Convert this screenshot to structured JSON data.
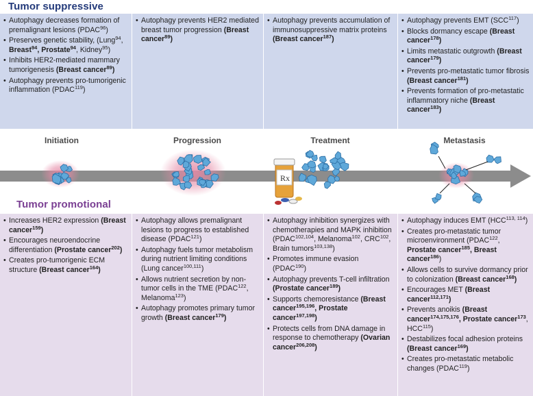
{
  "titles": {
    "suppressive": "Tumor suppressive",
    "promotional": "Tumor promotional"
  },
  "stages": [
    "Initiation",
    "Progression",
    "Treatment",
    "Metastasis"
  ],
  "pill_label": "Rx",
  "suppressive": [
    [
      [
        {
          "t": "Autophagy decreases formation of premalignant lesions (PDAC"
        },
        {
          "t": "96",
          "s": 1
        },
        {
          "t": ")"
        }
      ],
      [
        {
          "t": "Preserves genetic stability, (Lung"
        },
        {
          "t": "94",
          "s": 1
        },
        {
          "t": ", "
        },
        {
          "t": "Breast",
          "b": 1
        },
        {
          "t": "94",
          "s": 1,
          "b": 1
        },
        {
          "t": ", ",
          "b": 1
        },
        {
          "t": "Prostate",
          "b": 1
        },
        {
          "t": "94",
          "s": 1,
          "b": 1
        },
        {
          "t": ", Kidney"
        },
        {
          "t": "95",
          "s": 1
        },
        {
          "t": ")"
        }
      ],
      [
        {
          "t": "Inhibits HER2-mediated mammary tumorigenesis "
        },
        {
          "t": "(Breast cancer",
          "b": 1
        },
        {
          "t": "89",
          "s": 1,
          "b": 1
        },
        {
          "t": ")",
          "b": 1
        }
      ],
      [
        {
          "t": "Autophagy prevents pro-tumorigenic inflammation (PDAC"
        },
        {
          "t": "119",
          "s": 1
        },
        {
          "t": ")"
        }
      ]
    ],
    [
      [
        {
          "t": "Autophagy prevents HER2 mediated breast tumor progression "
        },
        {
          "t": "(Breast cancer",
          "b": 1
        },
        {
          "t": "89",
          "s": 1,
          "b": 1
        },
        {
          "t": ")",
          "b": 1
        }
      ]
    ],
    [
      [
        {
          "t": "Autophagy prevents accumulation of immunosuppressive matrix proteins "
        },
        {
          "t": "(Breast cancer",
          "b": 1
        },
        {
          "t": "187",
          "s": 1,
          "b": 1
        },
        {
          "t": ")",
          "b": 1
        }
      ]
    ],
    [
      [
        {
          "t": "Autophagy prevents EMT (SCC"
        },
        {
          "t": "117",
          "s": 1
        },
        {
          "t": ")"
        }
      ],
      [
        {
          "t": "Blocks dormancy escape "
        },
        {
          "t": "(Breast cancer",
          "b": 1
        },
        {
          "t": "178",
          "s": 1,
          "b": 1
        },
        {
          "t": ")",
          "b": 1
        }
      ],
      [
        {
          "t": "Limits metastatic outgrowth "
        },
        {
          "t": "(Breast cancer",
          "b": 1
        },
        {
          "t": "179",
          "s": 1,
          "b": 1
        },
        {
          "t": ")",
          "b": 1
        }
      ],
      [
        {
          "t": "Prevents pro-metastatic tumor fibrosis "
        },
        {
          "t": "(Breast cancer",
          "b": 1
        },
        {
          "t": "181",
          "s": 1,
          "b": 1
        },
        {
          "t": ")",
          "b": 1
        }
      ],
      [
        {
          "t": "Prevents formation of pro-metastatic inflammatory niche "
        },
        {
          "t": "(Breast cancer",
          "b": 1
        },
        {
          "t": "183",
          "s": 1,
          "b": 1
        },
        {
          "t": ")",
          "b": 1
        }
      ]
    ]
  ],
  "promotional": [
    [
      [
        {
          "t": "Increases HER2 expression "
        },
        {
          "t": "(Breast cancer",
          "b": 1
        },
        {
          "t": "159",
          "s": 1,
          "b": 1
        },
        {
          "t": ")",
          "b": 1
        }
      ],
      [
        {
          "t": "Encourages neuroendocrine differentiation "
        },
        {
          "t": "(Prostate cancer",
          "b": 1
        },
        {
          "t": "202",
          "s": 1,
          "b": 1
        },
        {
          "t": ")",
          "b": 1
        }
      ],
      [
        {
          "t": "Creates pro-tumorigenic ECM structure "
        },
        {
          "t": "(Breast cancer",
          "b": 1
        },
        {
          "t": "164",
          "s": 1,
          "b": 1
        },
        {
          "t": ")",
          "b": 1
        }
      ]
    ],
    [
      [
        {
          "t": "Autophagy allows premalignant lesions to progress to established disease (PDAC"
        },
        {
          "t": "121",
          "s": 1
        },
        {
          "t": ")"
        }
      ],
      [
        {
          "t": "Autophagy fuels tumor metabolism during nutrient limiting conditions (Lung cancer"
        },
        {
          "t": "100,111",
          "s": 1
        },
        {
          "t": ")"
        }
      ],
      [
        {
          "t": "Allows nutrient secretion by non-tumor cells in the TME (PDAC"
        },
        {
          "t": "122",
          "s": 1
        },
        {
          "t": ", Melanoma"
        },
        {
          "t": "123",
          "s": 1
        },
        {
          "t": ")"
        }
      ],
      [
        {
          "t": "Autophagy promotes primary tumor growth "
        },
        {
          "t": "(Breast cancer",
          "b": 1
        },
        {
          "t": "179",
          "s": 1,
          "b": 1
        },
        {
          "t": ")",
          "b": 1
        }
      ]
    ],
    [
      [
        {
          "t": "Autophagy inhibition synergizes with chemotherapies and MAPK inhibition (PDAC"
        },
        {
          "t": "102,104",
          "s": 1
        },
        {
          "t": ", Melanoma"
        },
        {
          "t": "102",
          "s": 1
        },
        {
          "t": ", CRC"
        },
        {
          "t": "102",
          "s": 1
        },
        {
          "t": ", Brain tumors"
        },
        {
          "t": "103,138",
          "s": 1
        },
        {
          "t": ")"
        }
      ],
      [
        {
          "t": "Promotes immune evasion (PDAC"
        },
        {
          "t": "190",
          "s": 1
        },
        {
          "t": ")"
        }
      ],
      [
        {
          "t": "Autophagy prevents T-cell infiltration "
        },
        {
          "t": "(Prostate cancer",
          "b": 1
        },
        {
          "t": "189",
          "s": 1,
          "b": 1
        },
        {
          "t": ")",
          "b": 1
        }
      ],
      [
        {
          "t": "Supports chemoresistance "
        },
        {
          "t": "(Breast cancer",
          "b": 1
        },
        {
          "t": "195,196",
          "s": 1,
          "b": 1
        },
        {
          "t": ", Prostate cancer",
          "b": 1
        },
        {
          "t": "197,198",
          "s": 1,
          "b": 1
        },
        {
          "t": ")",
          "b": 1
        }
      ],
      [
        {
          "t": "Protects cells from DNA damage in response to chemotherapy "
        },
        {
          "t": "(Ovarian cancer",
          "b": 1
        },
        {
          "t": "206,208",
          "s": 1,
          "b": 1
        },
        {
          "t": ")",
          "b": 1
        }
      ]
    ],
    [
      [
        {
          "t": "Autophagy induces EMT (HCC"
        },
        {
          "t": "113, 114",
          "s": 1
        },
        {
          "t": ")"
        }
      ],
      [
        {
          "t": "Creates pro-metastatic tumor microenvironment (PDAC"
        },
        {
          "t": "122",
          "s": 1
        },
        {
          "t": ", "
        },
        {
          "t": "Prostate cancer",
          "b": 1
        },
        {
          "t": "185",
          "s": 1,
          "b": 1
        },
        {
          "t": ", Breast cancer",
          "b": 1
        },
        {
          "t": "186",
          "s": 1,
          "b": 1
        },
        {
          "t": ")"
        }
      ],
      [
        {
          "t": "Allows cells to survive dormancy prior to colonization "
        },
        {
          "t": "(Breast cancer",
          "b": 1
        },
        {
          "t": "168",
          "s": 1,
          "b": 1
        },
        {
          "t": ")",
          "b": 1
        }
      ],
      [
        {
          "t": "Encourages MET "
        },
        {
          "t": "(Breast cancer",
          "b": 1
        },
        {
          "t": "112,171",
          "s": 1,
          "b": 1
        },
        {
          "t": ")",
          "b": 1
        }
      ],
      [
        {
          "t": "Prevents anoikis "
        },
        {
          "t": "(Breast cancer",
          "b": 1
        },
        {
          "t": "174,175,176",
          "s": 1,
          "b": 1
        },
        {
          "t": ", Prostate cancer",
          "b": 1
        },
        {
          "t": "173",
          "s": 1,
          "b": 1
        },
        {
          "t": ", HCC"
        },
        {
          "t": "115",
          "s": 1
        },
        {
          "t": ")"
        }
      ],
      [
        {
          "t": "Destabilizes focal adhesion proteins "
        },
        {
          "t": "(Breast cancer",
          "b": 1
        },
        {
          "t": "169",
          "s": 1,
          "b": 1
        },
        {
          "t": ")",
          "b": 1
        }
      ],
      [
        {
          "t": "Creates pro-metastatic metabolic changes (PDAC"
        },
        {
          "t": "119",
          "s": 1
        },
        {
          "t": ")"
        }
      ]
    ]
  ],
  "colors": {
    "suppressive_bg": "#cfd7ec",
    "promotional_bg": "#e6dcec",
    "suppressive_title": "#233a7a",
    "promotional_title": "#7a3f93",
    "arrow": "#8c8c8c",
    "cell": "#5fa8d9",
    "halo": "#e58aa6"
  }
}
